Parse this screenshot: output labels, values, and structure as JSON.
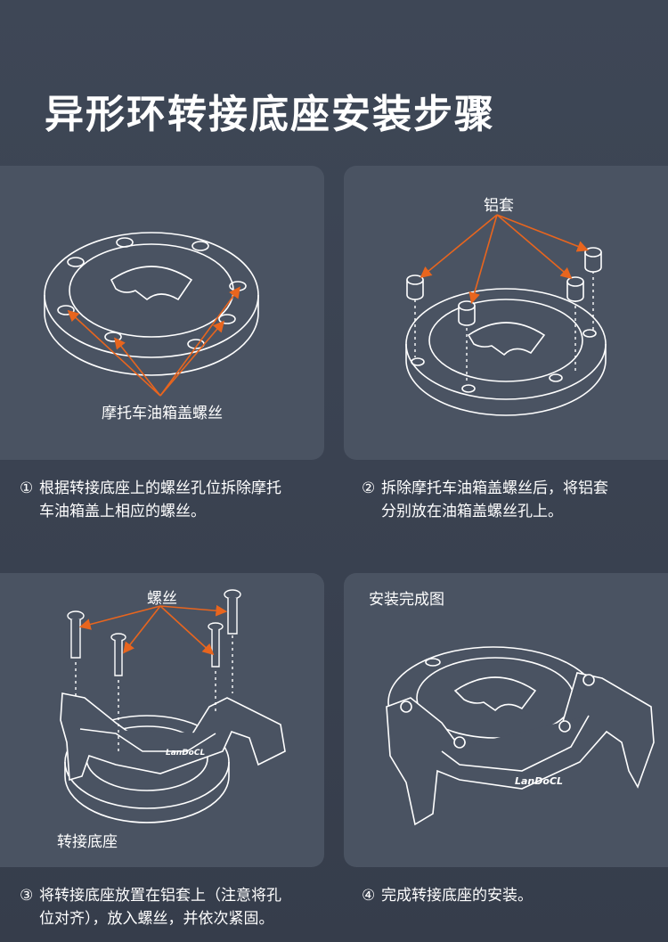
{
  "title": "异形环转接底座安装步骤",
  "colors": {
    "background": "#3b4352",
    "panel": "#4a5362",
    "arrow": "#e8651e",
    "line": "#ffffff"
  },
  "steps": [
    {
      "label": "摩托车油箱盖螺丝",
      "num": "①",
      "line1": "根据转接底座上的螺丝孔位拆除摩托",
      "line2": "车油箱盖上相应的螺丝。"
    },
    {
      "label": "铝套",
      "num": "②",
      "line1": "拆除摩托车油箱盖螺丝后，将铝套",
      "line2": "分别放在油箱盖螺丝孔上。"
    },
    {
      "label_top": "螺丝",
      "label_bottom": "转接底座",
      "num": "③",
      "line1": "将转接底座放置在铝套上（注意将孔",
      "line2": "位对齐），放入螺丝，并依次紧固。"
    },
    {
      "label": "安装完成图",
      "num": "④",
      "line1": "完成转接底座的安装。",
      "line2": ""
    }
  ]
}
